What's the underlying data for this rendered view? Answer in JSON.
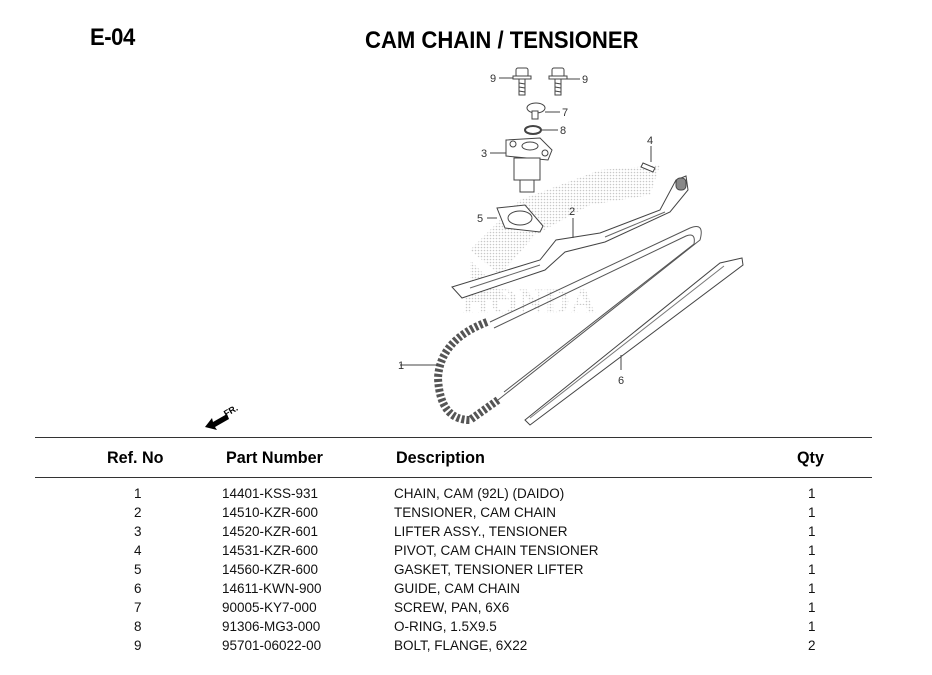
{
  "header": {
    "section_code": "E-04",
    "title": "CAM CHAIN / TENSIONER"
  },
  "diagram": {
    "watermark": "HONDA",
    "front_indicator": "FR.",
    "callouts": [
      "1",
      "2",
      "3",
      "4",
      "5",
      "6",
      "7",
      "8",
      "9",
      "9"
    ]
  },
  "table": {
    "columns": {
      "ref_no": "Ref. No",
      "part_number": "Part Number",
      "description": "Description",
      "qty": "Qty"
    },
    "rows": [
      {
        "ref": "1",
        "part_number": "14401-KSS-931",
        "description": "CHAIN, CAM (92L) (DAIDO)",
        "qty": "1"
      },
      {
        "ref": "2",
        "part_number": "14510-KZR-600",
        "description": "TENSIONER, CAM CHAIN",
        "qty": "1"
      },
      {
        "ref": "3",
        "part_number": "14520-KZR-601",
        "description": "LIFTER ASSY., TENSIONER",
        "qty": "1"
      },
      {
        "ref": "4",
        "part_number": "14531-KZR-600",
        "description": "PIVOT, CAM CHAIN TENSIONER",
        "qty": "1"
      },
      {
        "ref": "5",
        "part_number": "14560-KZR-600",
        "description": "GASKET, TENSIONER LIFTER",
        "qty": "1"
      },
      {
        "ref": "6",
        "part_number": "14611-KWN-900",
        "description": "GUIDE, CAM CHAIN",
        "qty": "1"
      },
      {
        "ref": "7",
        "part_number": "90005-KY7-000",
        "description": "SCREW, PAN, 6X6",
        "qty": "1"
      },
      {
        "ref": "8",
        "part_number": "91306-MG3-000",
        "description": "O-RING, 1.5X9.5",
        "qty": "1"
      },
      {
        "ref": "9",
        "part_number": "95701-06022-00",
        "description": "BOLT, FLANGE, 6X22",
        "qty": "2"
      }
    ]
  }
}
